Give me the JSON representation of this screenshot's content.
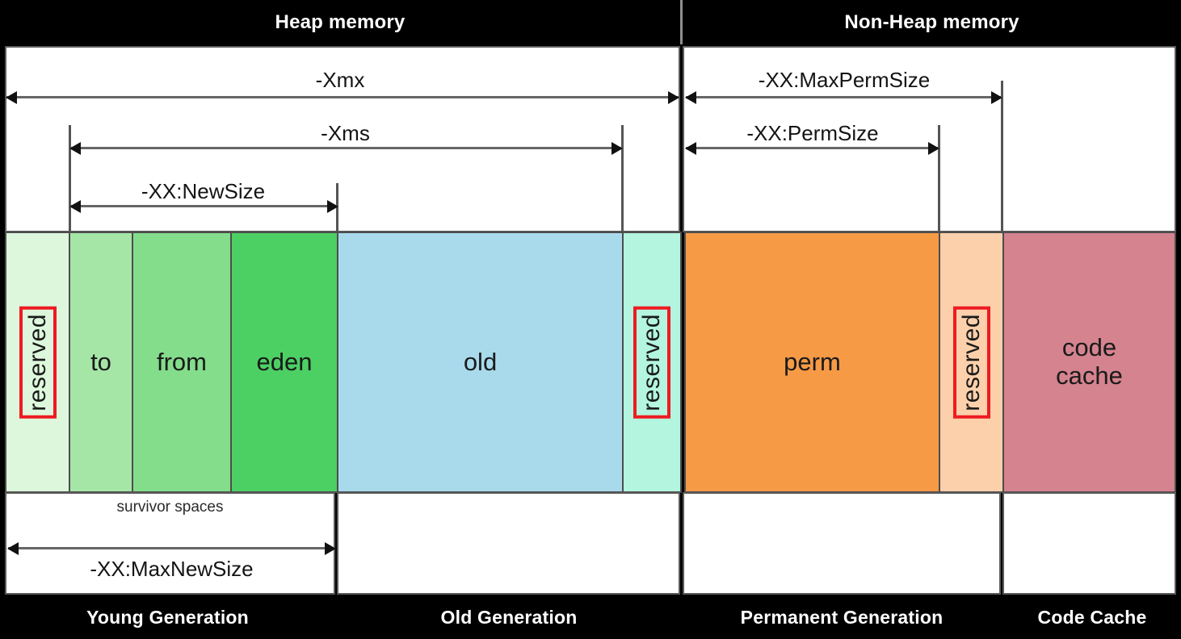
{
  "header": {
    "heap_label": "Heap memory",
    "nonheap_label": "Non-Heap memory"
  },
  "footer": {
    "young_label": "Young Generation",
    "old_label": "Old Generation",
    "perm_label": "Permanent Generation",
    "code_label": "Code Cache"
  },
  "blocks": [
    {
      "key": "heap_reserved_low",
      "label": "reserved",
      "color": "#ddf7dc",
      "kind": "reserved"
    },
    {
      "key": "to",
      "label": "to",
      "color": "#a5e6a7",
      "kind": "space"
    },
    {
      "key": "from",
      "label": "from",
      "color": "#83dd8b",
      "kind": "space"
    },
    {
      "key": "eden",
      "label": "eden",
      "color": "#4cd063",
      "kind": "space"
    },
    {
      "key": "old",
      "label": "old",
      "color": "#a8daec",
      "kind": "space"
    },
    {
      "key": "heap_reserved_high",
      "label": "reserved",
      "color": "#b3f5df",
      "kind": "reserved"
    },
    {
      "key": "perm",
      "label": "perm",
      "color": "#f79a46",
      "kind": "space"
    },
    {
      "key": "perm_reserved",
      "label": "reserved",
      "color": "#fbd0ab",
      "kind": "reserved"
    },
    {
      "key": "code_cache",
      "label": "code cache",
      "line1": "code",
      "line2": "cache",
      "color": "#d4838f",
      "kind": "space"
    }
  ],
  "annotations": {
    "xmx": "-Xmx",
    "xms": "-Xms",
    "newsize": "-XX:NewSize",
    "maxpermsize": "-XX:MaxPermSize",
    "permsize": "-XX:PermSize",
    "maxnewsize": "-XX:MaxNewSize",
    "survivor": "survivor spaces"
  },
  "colors": {
    "band_background": "#000000",
    "band_text": "#ffffff",
    "reserved_outline": "#ee1b22",
    "block_border": "#4d4d4d",
    "arrow": "#666666"
  }
}
